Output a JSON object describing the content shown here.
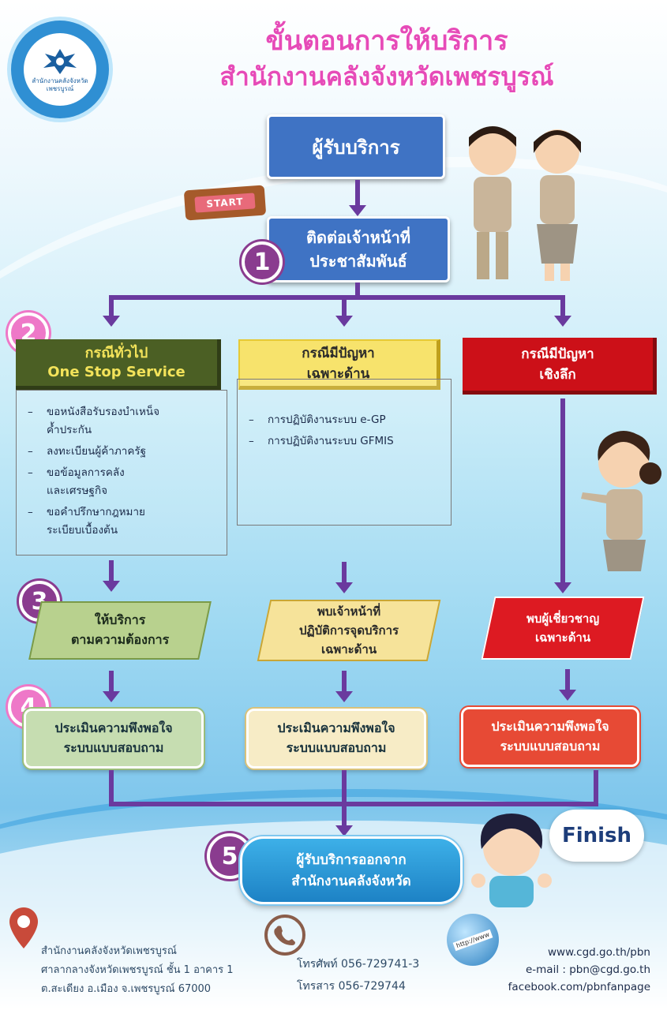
{
  "header": {
    "title_line1": "ขั้นตอนการให้บริการ",
    "title_line2": "สำนักงานคลังจังหวัดเพชรบูรณ์",
    "logo_text": "สำนักงานคลังจังหวัดเพชรบูรณ์"
  },
  "flow": {
    "start_label": "START",
    "recipient_box": "ผู้รับบริการ",
    "step1_number": "1",
    "step1_box": "ติดต่อเจ้าหน้าที่\nประชาสัมพันธ์",
    "step2_number": "2",
    "step3_number": "3",
    "step4_number": "4",
    "step5_number": "5",
    "finish_label": "Finish",
    "final_box": "ผู้รับบริการออกจาก\nสำนักงานคลังจังหวัด"
  },
  "columns": [
    {
      "case_title": "กรณีทั่วไป\nOne Stop Service",
      "items": [
        "ขอหนังสือรับรองบำเหน็จ\nค้ำประกัน",
        "ลงทะเบียนผู้ค้าภาครัฐ",
        "ขอข้อมูลการคลัง\nและเศรษฐกิจ",
        "ขอคำปรึกษากฎหมาย\nระเบียบเบื้องต้น"
      ],
      "service_box": "ให้บริการ\nตามความต้องการ",
      "eval_box": "ประเมินความพึงพอใจ\nระบบแบบสอบถาม"
    },
    {
      "case_title": "กรณีมีปัญหา\nเฉพาะด้าน",
      "items": [
        "การปฏิบัติงานระบบ e-GP",
        "การปฏิบัติงานระบบ GFMIS"
      ],
      "service_box": "พบเจ้าหน้าที่\nปฏิบัติการจุดบริการ\nเฉพาะด้าน",
      "eval_box": "ประเมินความพึงพอใจ\nระบบแบบสอบถาม"
    },
    {
      "case_title": "กรณีมีปัญหา\nเชิงลึก",
      "items": [],
      "service_box": "พบผู้เชี่ยวชาญ\nเฉพาะด้าน",
      "eval_box": "ประเมินความพึงพอใจ\nระบบแบบสอบถาม"
    }
  ],
  "footer": {
    "address_line1": "สำนักงานคลังจังหวัดเพชรบูรณ์",
    "address_line2": "ศาลากลางจังหวัดเพชรบูรณ์ ชั้น 1 อาคาร 1",
    "address_line3": "ต.สะเดียง อ.เมือง จ.เพชรบูรณ์ 67000",
    "phone": "โทรศัพท์  056-729741-3",
    "fax": "โทรสาร  056-729744",
    "website": "www.cgd.go.th/pbn",
    "email": "e-mail : pbn@cgd.go.th",
    "facebook": "facebook.com/pbnfanpage",
    "globe_label": "http://www"
  },
  "colors": {
    "title": "#e64bb8",
    "arrow": "#6a3a9e",
    "blue_box": "#3f73c4",
    "green_case": "#4b5f24",
    "yellow_case": "#f7e36c",
    "red_case": "#cc1018"
  }
}
